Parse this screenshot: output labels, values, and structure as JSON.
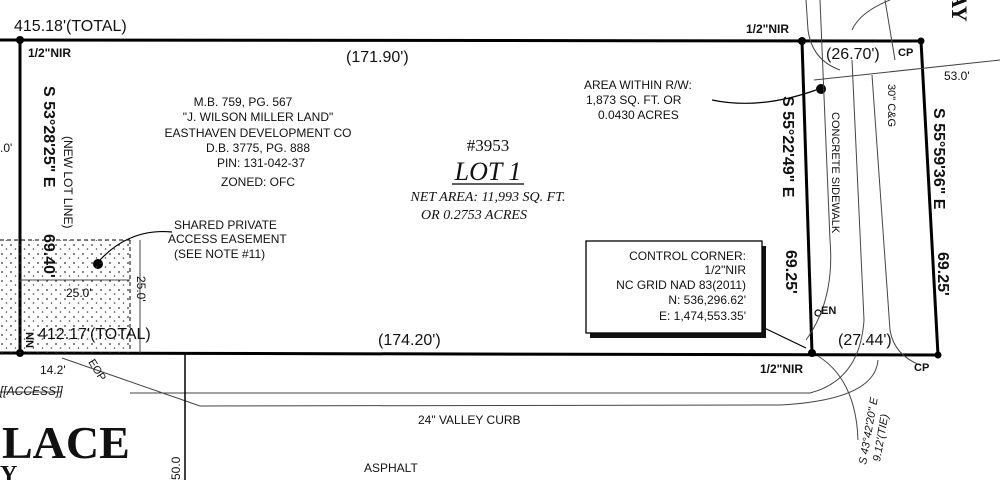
{
  "top_total": "415.18'(TOTAL)",
  "top_nir_left": "1/2\"NIR",
  "top_nir_right": "1/2\"NIR",
  "top_dist": "(171.90')",
  "top_right_dist": "(26.70')",
  "cp_top": "CP",
  "cp_bottom": "CP",
  "road_name_partial": "AY",
  "rw_dist": "53.0'",
  "rw_area": {
    "line1": "AREA WITHIN R/W:",
    "line2": "1,873 SQ. FT. OR",
    "line3": "0.0430 ACRES"
  },
  "owner": {
    "line1": "M.B. 759, PG. 567",
    "line2": "\"J. WILSON MILLER LAND\"",
    "line3": "EASTHAVEN DEVELOPMENT CO",
    "line4": "D.B. 3775, PG. 888",
    "line5": "PIN: 131-042-37",
    "line6": "ZONED: OFC"
  },
  "lot": {
    "number": "#3953",
    "name": "LOT 1",
    "area_line1": "NET AREA: 11,993 SQ. FT.",
    "area_line2": "OR 0.2753 ACRES"
  },
  "easement": {
    "line1": "SHARED PRIVATE",
    "line2": "ACCESS EASEMENT",
    "line3": "(SEE NOTE #11)"
  },
  "control_corner": {
    "line1": "CONTROL CORNER:",
    "line2": "1/2\"NIR",
    "line3": "NC GRID NAD 83(2011)",
    "line4": "N:   536,296.62'",
    "line5": "E: 1,474,553.35'"
  },
  "left_bearing": "S 53°28'25\" E",
  "left_dist": "69.40'",
  "new_lot_line": "(NEW LOT LINE)",
  "left_edge_dist": ".0'",
  "middle_bearing": "S 55°22'49\" E",
  "middle_dist": "69.25'",
  "right_bearing": "S 55°59'36\" E",
  "right_dist": "69.25'",
  "sidewalk": "CONCRETE SIDEWALK",
  "curb_gutter": "30\" C&G",
  "en": "EN",
  "ease_dim_h": "25.0'",
  "ease_dim_v": "25.0'",
  "nn": "NN",
  "bottom_total": "412.17'(TOTAL)",
  "bottom_dist": "(174.20')",
  "bottom_right_dist": "(27.44')",
  "bottom_nir": "1/2\"NIR",
  "tie": {
    "line1": "S 43°42'20\" E",
    "line2": "9.12'(TIE)"
  },
  "access": "[[ACCESS]]",
  "eop": "EOP",
  "dim_14": "14.2'",
  "valley_curb": "24\" VALLEY CURB",
  "street_name_partial": "LACE",
  "street_second_line": "Y",
  "asphalt": "ASPHALT",
  "row_width": "50.0"
}
